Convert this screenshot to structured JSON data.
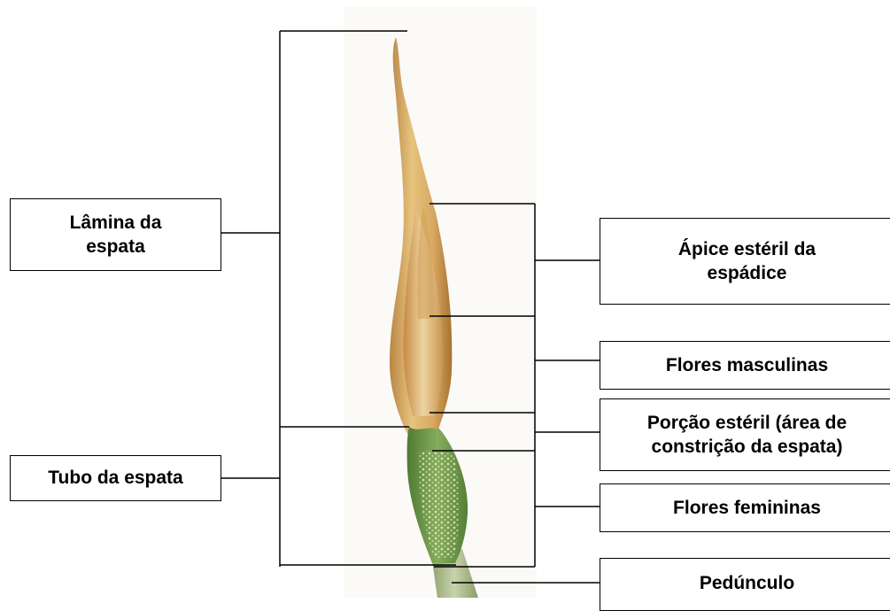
{
  "diagram": {
    "labels": {
      "lamina": "Lâmina da\nespata",
      "tubo": "Tubo da espata",
      "apice": "Ápice estéril da\nespádice",
      "masculinas": "Flores masculinas",
      "porcao": "Porção estéril (área de\nconstrição da espata)",
      "femininas": "Flores femininas",
      "pedunculo": "Pedúnculo"
    },
    "colors": {
      "line": "#000000",
      "spathe_light": "#e8c98a",
      "spathe_dark": "#b07a35",
      "female_green": "#6f9a4a",
      "stalk_green": "#a9b98c"
    }
  }
}
